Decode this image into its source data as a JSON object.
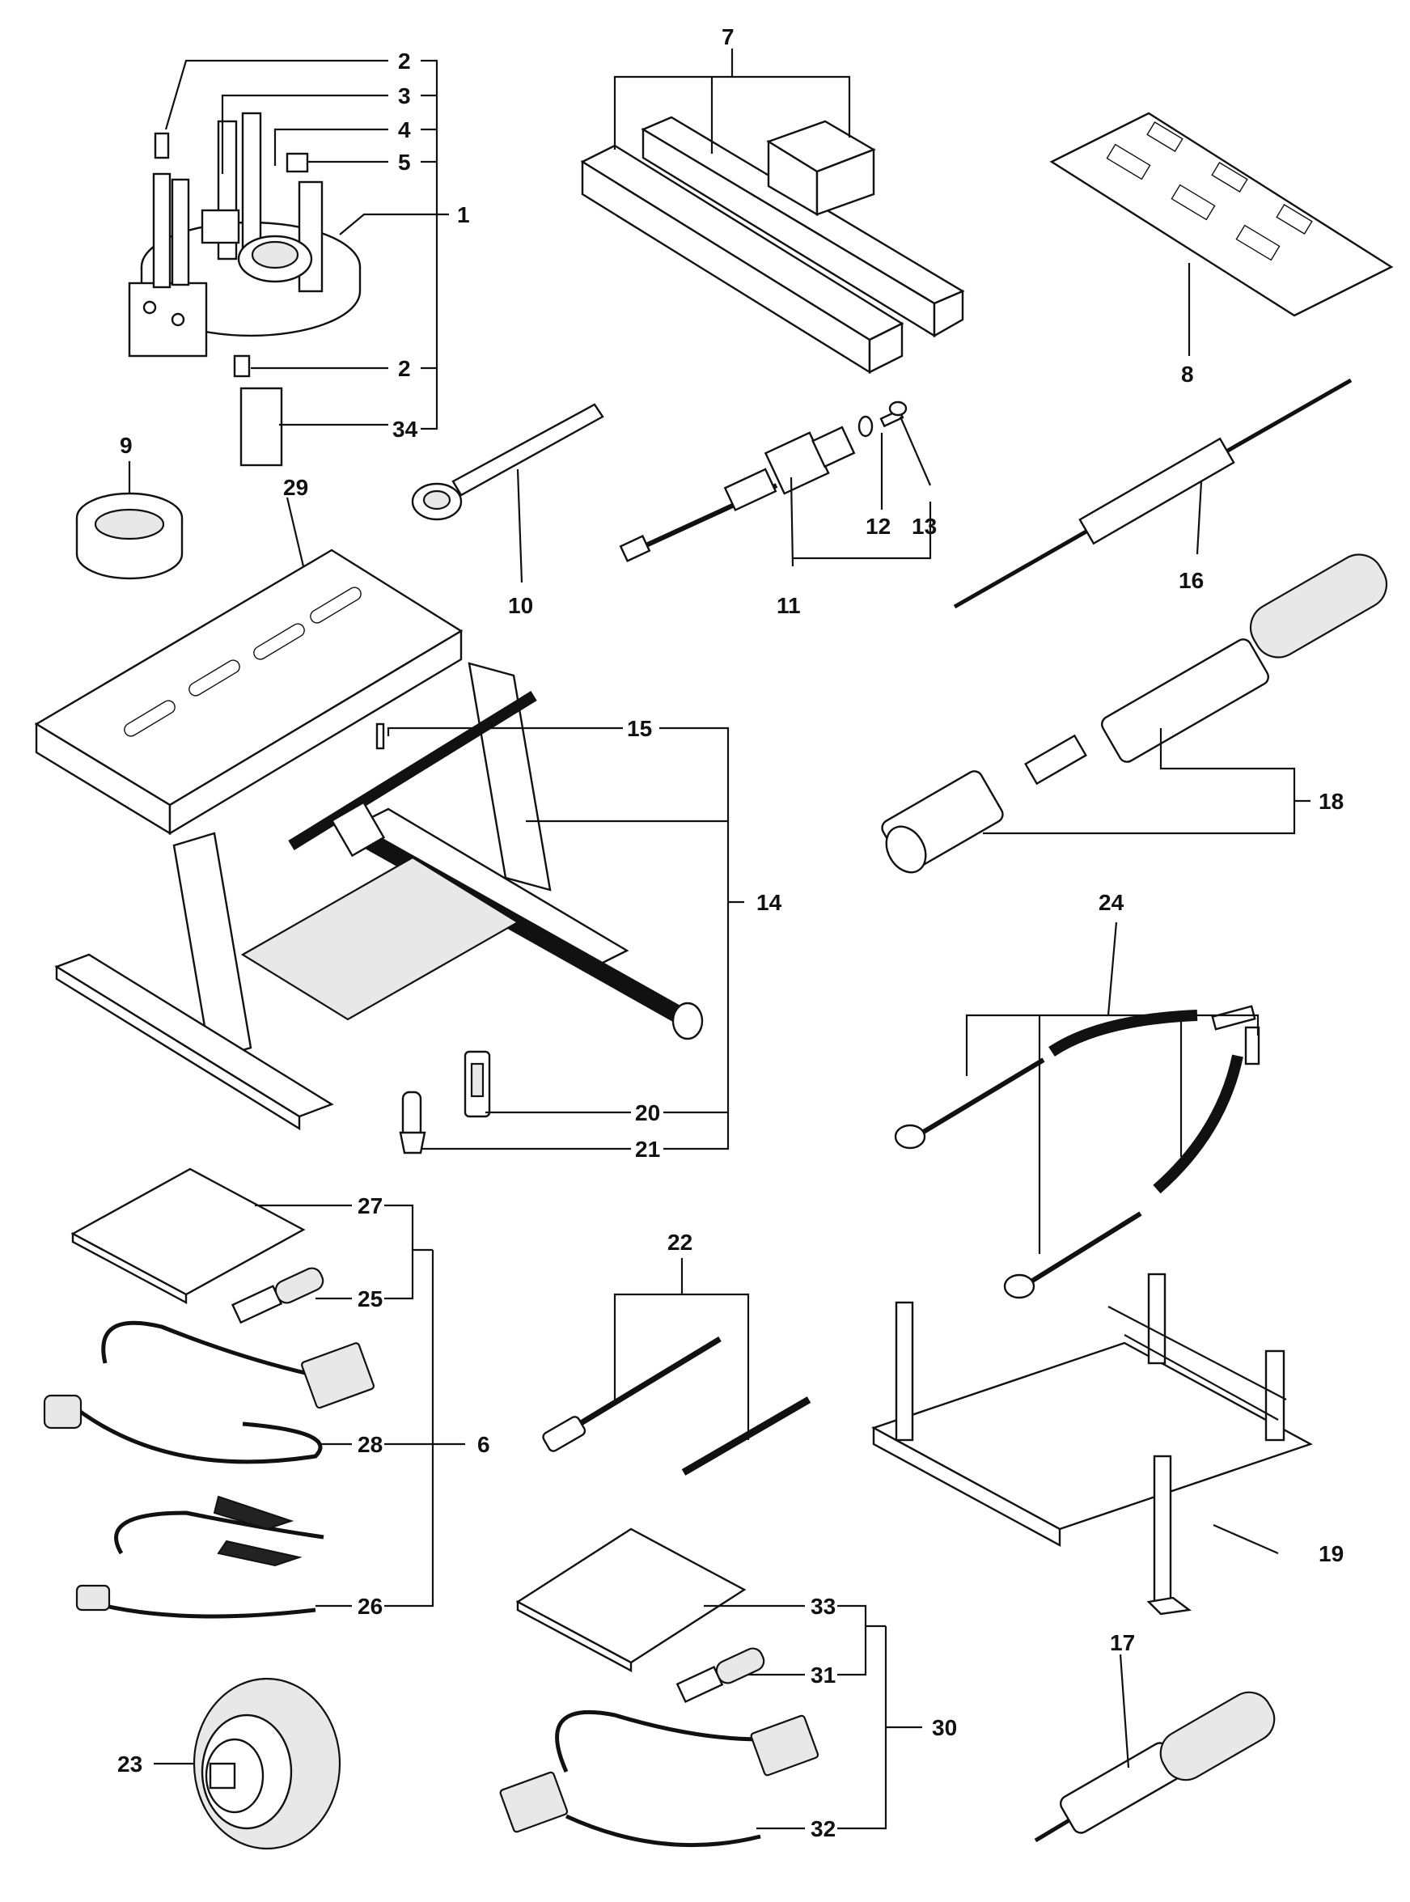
{
  "labels": {
    "l1": "1",
    "l2a": "2",
    "l2b": "2",
    "l3": "3",
    "l4": "4",
    "l5": "5",
    "l6": "6",
    "l7": "7",
    "l8": "8",
    "l9": "9",
    "l10": "10",
    "l11": "11",
    "l12": "12",
    "l13": "13",
    "l14": "14",
    "l15": "15",
    "l16": "16",
    "l17": "17",
    "l18": "18",
    "l19": "19",
    "l20": "20",
    "l21": "21",
    "l22": "22",
    "l23": "23",
    "l24": "24",
    "l25": "25",
    "l26": "26",
    "l27": "27",
    "l28": "28",
    "l29": "29",
    "l30": "30",
    "l31": "31",
    "l32": "32",
    "l33": "33",
    "l34": "34"
  }
}
